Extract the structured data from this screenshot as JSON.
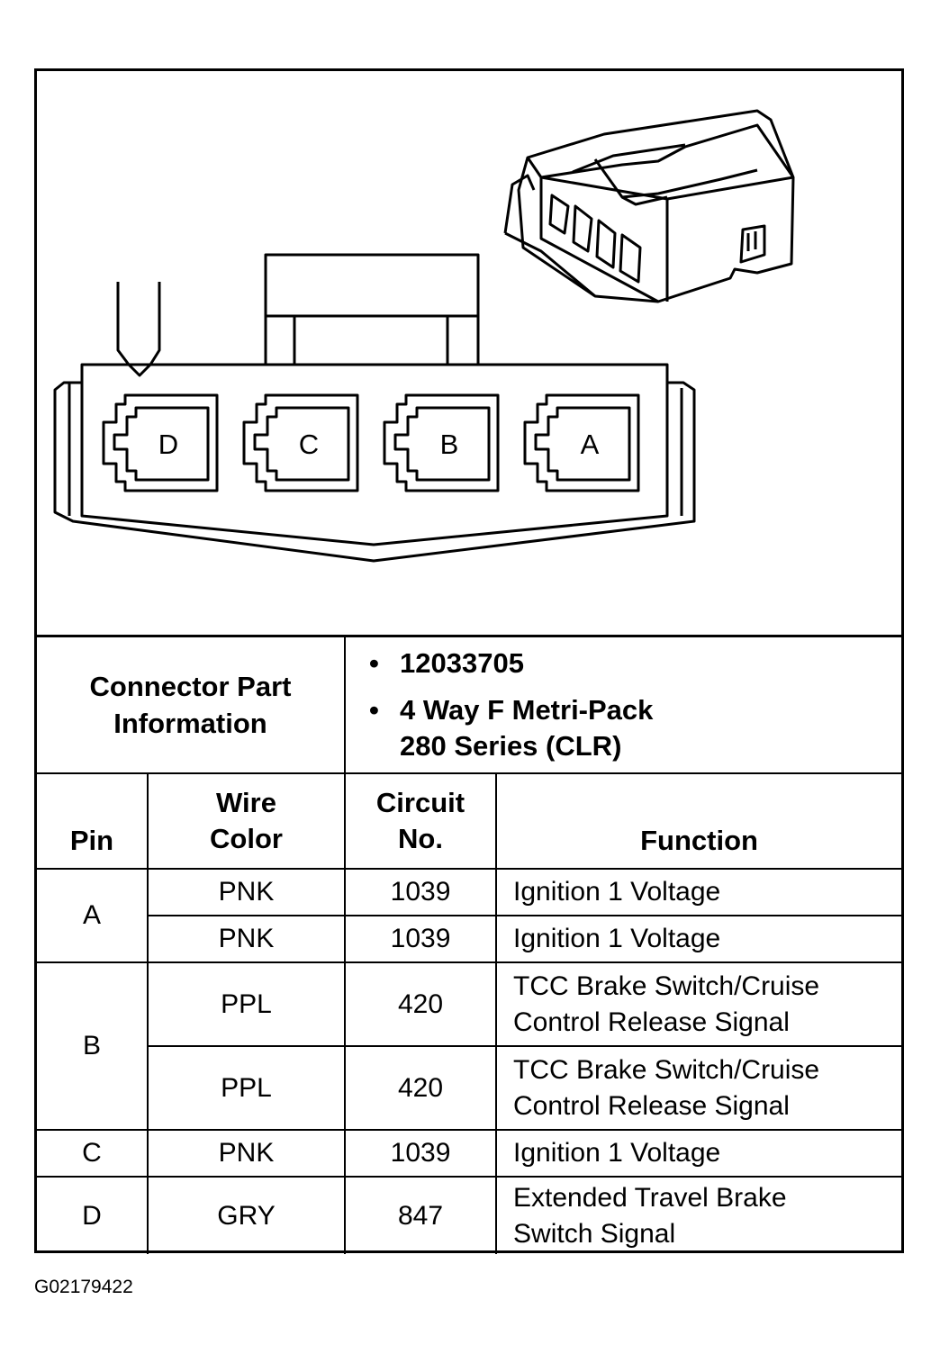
{
  "connector": {
    "cavity_labels": [
      "D",
      "C",
      "B",
      "A"
    ]
  },
  "part_info": {
    "label_line1": "Connector Part",
    "label_line2": "Information",
    "part_number": "12033705",
    "description_line1": "4 Way F Metri-Pack",
    "description_line2": "280 Series (CLR)"
  },
  "table": {
    "headers": {
      "pin": "Pin",
      "wire_color_line1": "Wire",
      "wire_color_line2": "Color",
      "circuit_line1": "Circuit",
      "circuit_line2": "No.",
      "function": "Function"
    },
    "rows": [
      {
        "pin": "A",
        "wire_color": "PNK",
        "circuit": "1039",
        "function_line1": "Ignition 1 Voltage",
        "function_line2": ""
      },
      {
        "pin": "",
        "wire_color": "PNK",
        "circuit": "1039",
        "function_line1": "Ignition 1 Voltage",
        "function_line2": ""
      },
      {
        "pin": "B",
        "wire_color": "PPL",
        "circuit": "420",
        "function_line1": "TCC Brake Switch/Cruise",
        "function_line2": "Control Release Signal"
      },
      {
        "pin": "",
        "wire_color": "PPL",
        "circuit": "420",
        "function_line1": "TCC Brake Switch/Cruise",
        "function_line2": "Control Release Signal"
      },
      {
        "pin": "C",
        "wire_color": "PNK",
        "circuit": "1039",
        "function_line1": "Ignition 1 Voltage",
        "function_line2": ""
      },
      {
        "pin": "D",
        "wire_color": "GRY",
        "circuit": "847",
        "function_line1": "Extended Travel Brake",
        "function_line2": "Switch Signal"
      }
    ]
  },
  "figure_id": "G02179422"
}
